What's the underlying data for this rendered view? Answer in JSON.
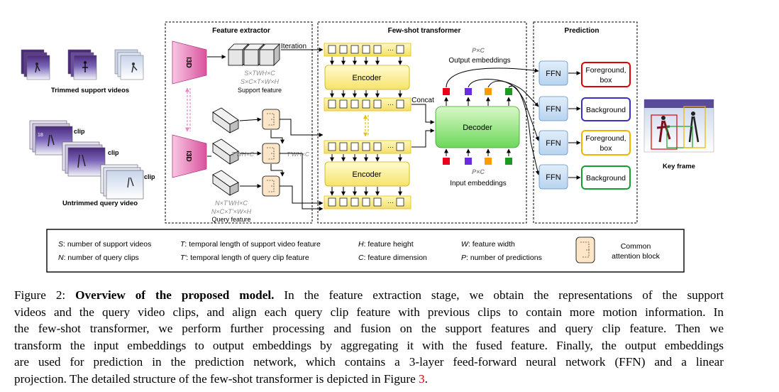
{
  "sections": {
    "feature_extractor": "Feature extractor",
    "few_shot_transformer": "Few-shot transformer",
    "prediction": "Prediction"
  },
  "inputs": {
    "support_label": "Trimmed support videos",
    "query_label": "Untrimmed query video",
    "clip_label": "clip",
    "frame_number": "18"
  },
  "extractor": {
    "i3d_label": "I3D",
    "iteration_label": "Iteration",
    "support_dim1": "S×TWH×C",
    "support_dim2": "S×C×T×W×H",
    "support_feature_label": "Support feature",
    "query_dim1": "N×T'WH×C",
    "query_dim2": "N×C×T'×W×H",
    "query_feature_label": "Query feature",
    "clip_dim": "T'WH×C"
  },
  "transformer": {
    "encoder_label": "Encoder",
    "decoder_label": "Decoder",
    "concat_label": "Concat",
    "output_dim": "P×C",
    "output_label": "Output embeddings",
    "input_dim": "P×C",
    "input_label": "Input embeddings",
    "ellipsis": "···",
    "token_colors": [
      "#e8001c",
      "#6a2adf",
      "#ff9a00",
      "#1a9a20"
    ]
  },
  "prediction": {
    "ffn_label": "FFN",
    "outputs": [
      {
        "line1": "Foreground,",
        "line2": "box",
        "color": "#e00000"
      },
      {
        "line1": "Background",
        "line2": "",
        "color": "#3a30c8"
      },
      {
        "line1": "Foreground,",
        "line2": "box",
        "color": "#f0b400"
      },
      {
        "line1": "Background",
        "line2": "",
        "color": "#14a02a"
      }
    ],
    "key_frame_label": "Key frame"
  },
  "legend": {
    "items": [
      {
        "sym": "S",
        "desc": ": number of support videos"
      },
      {
        "sym": "N",
        "desc": ": number of query clips"
      },
      {
        "sym": "T",
        "desc": ": temporal length of support video feature"
      },
      {
        "sym": "T'",
        "desc": ": temporal length of query clip feature"
      },
      {
        "sym": "H",
        "desc": ": feature height"
      },
      {
        "sym": "C",
        "desc": ": feature dimension"
      },
      {
        "sym": "W",
        "desc": ": feature width"
      },
      {
        "sym": "P",
        "desc": ": number of predictions"
      }
    ],
    "block_label_1": "Common",
    "block_label_2": "attention block"
  },
  "caption": {
    "figure_label": "Figure 2:",
    "bold_title": "Overview of the proposed model.",
    "l1": "In the feature extraction stage, we obtain the representations of the support",
    "l2": "videos and the query video clips, and align each query clip feature with previous clips to contain more motion information. In",
    "l3": "the few-shot transformer, we perform further processing and fusion on the support features and query clip feature. Then we",
    "l4": "transform the input embeddings to output embeddings by aggregating it with the fused feature. Finally, the output embeddings",
    "l5": "are used for prediction in the prediction network, which contains a 3-layer feed-forward neural network (FFN) and a linear",
    "l6": "projection. The detailed structure of the few-shot transformer is depicted in Figure",
    "fig_ref": "3",
    "l6_end": "."
  }
}
